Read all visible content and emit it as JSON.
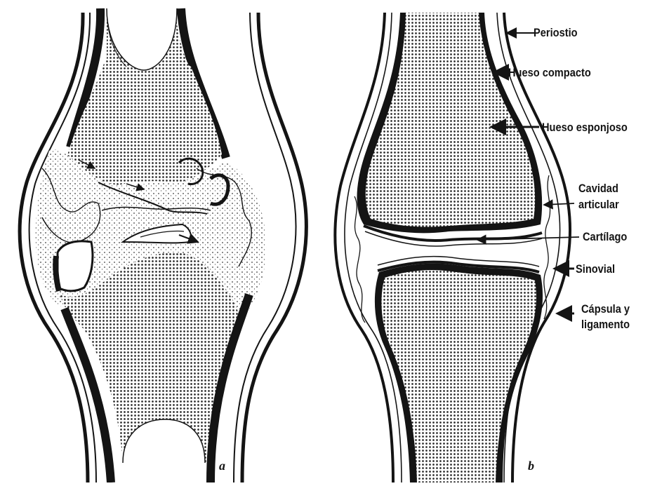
{
  "panels": [
    {
      "letter": "a"
    },
    {
      "letter": "b"
    }
  ],
  "labels": {
    "periostio": "Periostio",
    "hueso_compacto": "Hueso compacto",
    "hueso_esponjoso": "Hueso esponjoso",
    "cavidad_1": "Cavidad",
    "cavidad_2": "articular",
    "cartilago": "Cartílago",
    "sinovial": "Sinovial",
    "capsula_1": "Cápsula y",
    "capsula_2": "ligamento"
  },
  "colors": {
    "ink": "#141414",
    "paper": "#ffffff",
    "dot": "#2a2a2a"
  }
}
